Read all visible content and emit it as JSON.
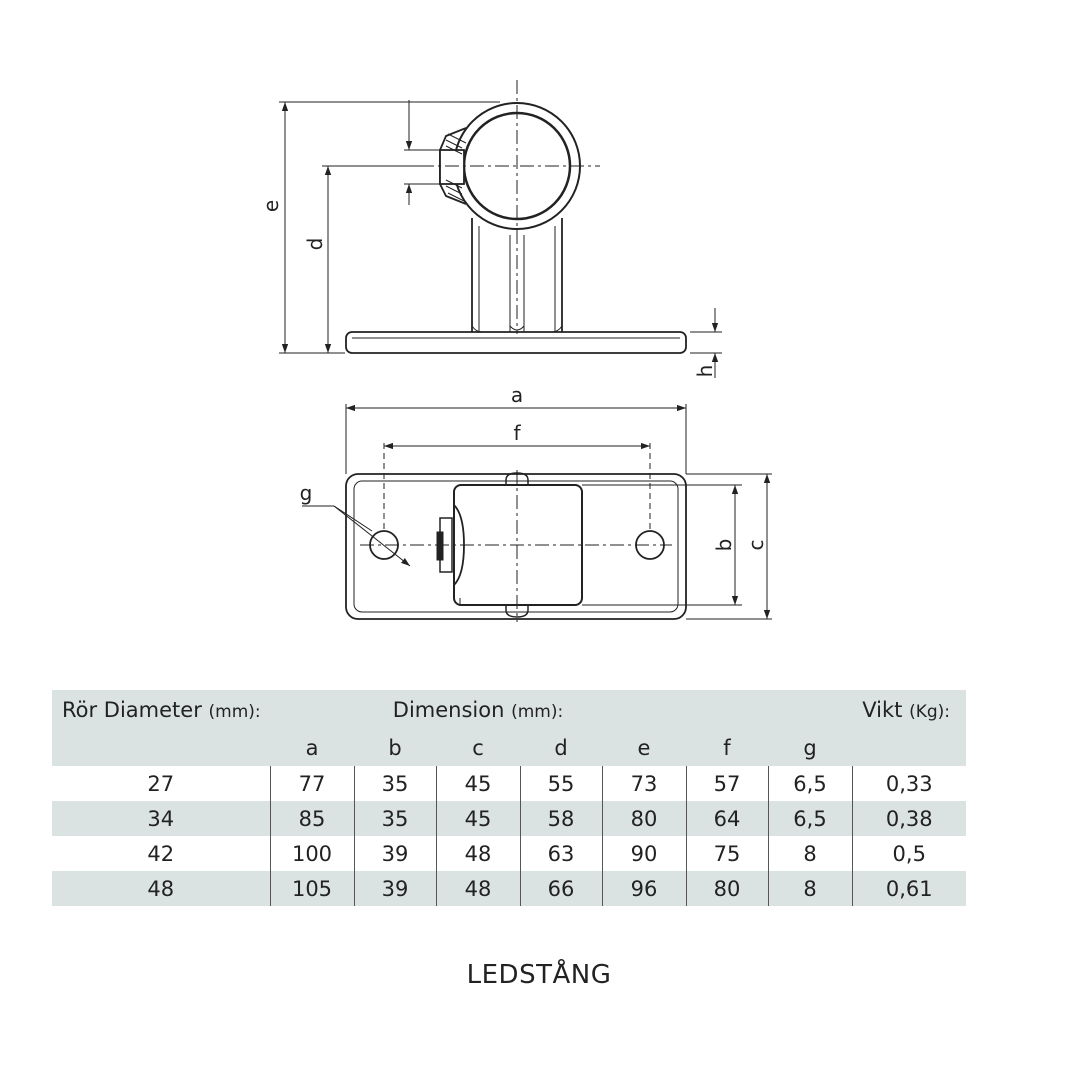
{
  "drawing": {
    "labels": {
      "e": "e",
      "d": "d",
      "h": "h",
      "a": "a",
      "f": "f",
      "g": "g",
      "b": "b",
      "c": "c"
    }
  },
  "table": {
    "header": {
      "pipe_label": "Rör Diameter",
      "pipe_unit": "(mm):",
      "dimension_label": "Dimension",
      "dimension_unit": "(mm):",
      "weight_label": "Vikt",
      "weight_unit": "(Kg):",
      "columns": [
        "a",
        "b",
        "c",
        "d",
        "e",
        "f",
        "g"
      ]
    },
    "rows": [
      {
        "pipe": "27",
        "a": "77",
        "b": "35",
        "c": "45",
        "d": "55",
        "e": "73",
        "f": "57",
        "g": "6,5",
        "weight": "0,33"
      },
      {
        "pipe": "34",
        "a": "85",
        "b": "35",
        "c": "45",
        "d": "58",
        "e": "80",
        "f": "64",
        "g": "6,5",
        "weight": "0,38"
      },
      {
        "pipe": "42",
        "a": "100",
        "b": "39",
        "c": "48",
        "d": "63",
        "e": "90",
        "f": "75",
        "g": "8",
        "weight": "0,5"
      },
      {
        "pipe": "48",
        "a": "105",
        "b": "39",
        "c": "48",
        "d": "66",
        "e": "96",
        "f": "80",
        "g": "8",
        "weight": "0,61"
      }
    ]
  },
  "caption": "LEDSTÅNG",
  "colors": {
    "row_shade": "#dbe3e2",
    "line": "#222222"
  }
}
